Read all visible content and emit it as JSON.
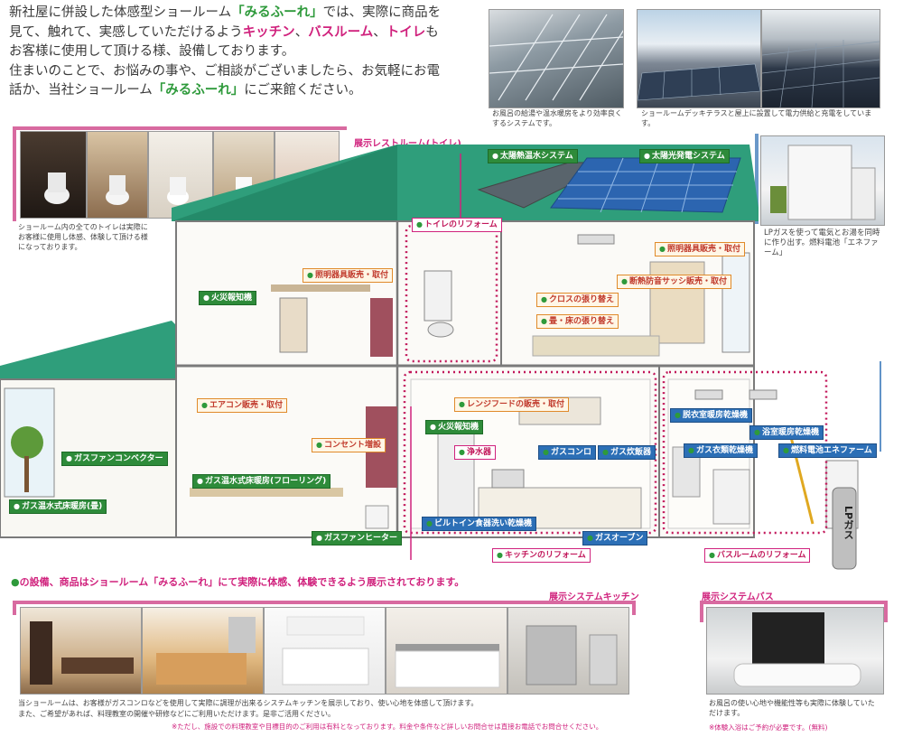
{
  "intro": {
    "l1a": "新社屋に併設した体感型ショールーム",
    "l1b": "「みるふーれ」",
    "l1c": "では、実際に商品を",
    "l2": "見て、触れて、実感していただけるよう",
    "l2k": "キッチン",
    "l2s": "、",
    "l2b": "バスルーム",
    "l2s2": "、",
    "l2t": "トイレ",
    "l2e": "も",
    "l3": "お客様に使用して頂ける様、設備しております。",
    "l4": "住まいのことで、お悩みの事や、ご相談がございましたら、お気軽にお電",
    "l5a": "話か、当社ショールーム",
    "l5b": "「みるふーれ」",
    "l5c": "にご来館ください。"
  },
  "captions": {
    "solar_heat": "お風呂の給湯や温水暖房をより効率良くするシステムです。",
    "solar_power": "ショールームデッキテラスと屋上に設置して電力供給と充電をしています。",
    "toilet_photos": "ショールーム内の全てのトイレは実際にお客様に使用し体感、体験して頂ける様になっております。",
    "fuel_cell": "LPガスを使って電気とお湯を同時に作り出す。燃料電池「エネファーム」",
    "kitchen_photos_1": "当ショールームは、お客様がガスコンロなどを使用して実際に調理が出来るシステムキッチンを展示しており、使い心地を体感して頂けます。",
    "kitchen_photos_2": "また、ご希望があれば、料理教室の開催や研修などにご利用いただけます。是非ご活用ください。",
    "kitchen_note": "※ただし、施設での料理教室や目標目的のご利用は有料となっております。料金や条件など詳しいお問合せは直接お電話でお問合せください。",
    "bath_photos": "お風呂の使い心地や機能性等も実際に体験していただけます。",
    "bath_note": "※体験入浴はご予約が必要です。(無料)"
  },
  "sections": {
    "restroom": "展示レストルーム(トイレ)",
    "kitchen": "展示システムキッチン",
    "bath": "展示システムバス"
  },
  "labels": {
    "solar_heat": "太陽熱温水システム",
    "solar_power": "太陽光発電システム",
    "toilet_reform": "トイレのリフォーム",
    "lighting_1": "照明器具販売・取付",
    "lighting_2": "照明器具販売・取付",
    "fire_alarm_1": "火災報知機",
    "insulated_sash": "断熱防音サッシ販売・取付",
    "cloth": "クロスの張り替え",
    "tatami": "畳・床の張り替え",
    "aircon": "エアコン販売・取付",
    "range_hood": "レンジフードの販売・取付",
    "fire_alarm_2": "火災報知機",
    "outlet": "コンセント増設",
    "gas_convector": "ガスファンコンベクター",
    "gas_floor_heat": "ガス温水式床暖房(フローリング)",
    "water_purifier": "浄水器",
    "gas_stove": "ガスコンロ",
    "gas_rice": "ガス炊飯器",
    "gas_floor_tatami": "ガス温水式床暖房(畳)",
    "gas_fan_heater": "ガスファンヒーター",
    "dishwasher": "ビルトイン食器洗い乾燥機",
    "gas_oven": "ガスオーブン",
    "kitchen_reform": "キッチンのリフォーム",
    "bathroom_reform": "バスルームのリフォーム",
    "dressing_dryer": "脱衣室暖房乾燥機",
    "bath_dryer": "浴室暖房乾燥機",
    "gas_clothes_dryer": "ガス衣類乾燥機",
    "enefarm": "燃料電池エネファーム",
    "lpgas": "LPガス"
  },
  "footer_note": "の設備、商品はショールーム「みるふーれ」にて実際に体感、体験できるよう展示されております。",
  "colors": {
    "green": "#2e8b3a",
    "blue": "#2c6fb6",
    "pink": "#d0227d",
    "orange": "#e08a2a"
  }
}
